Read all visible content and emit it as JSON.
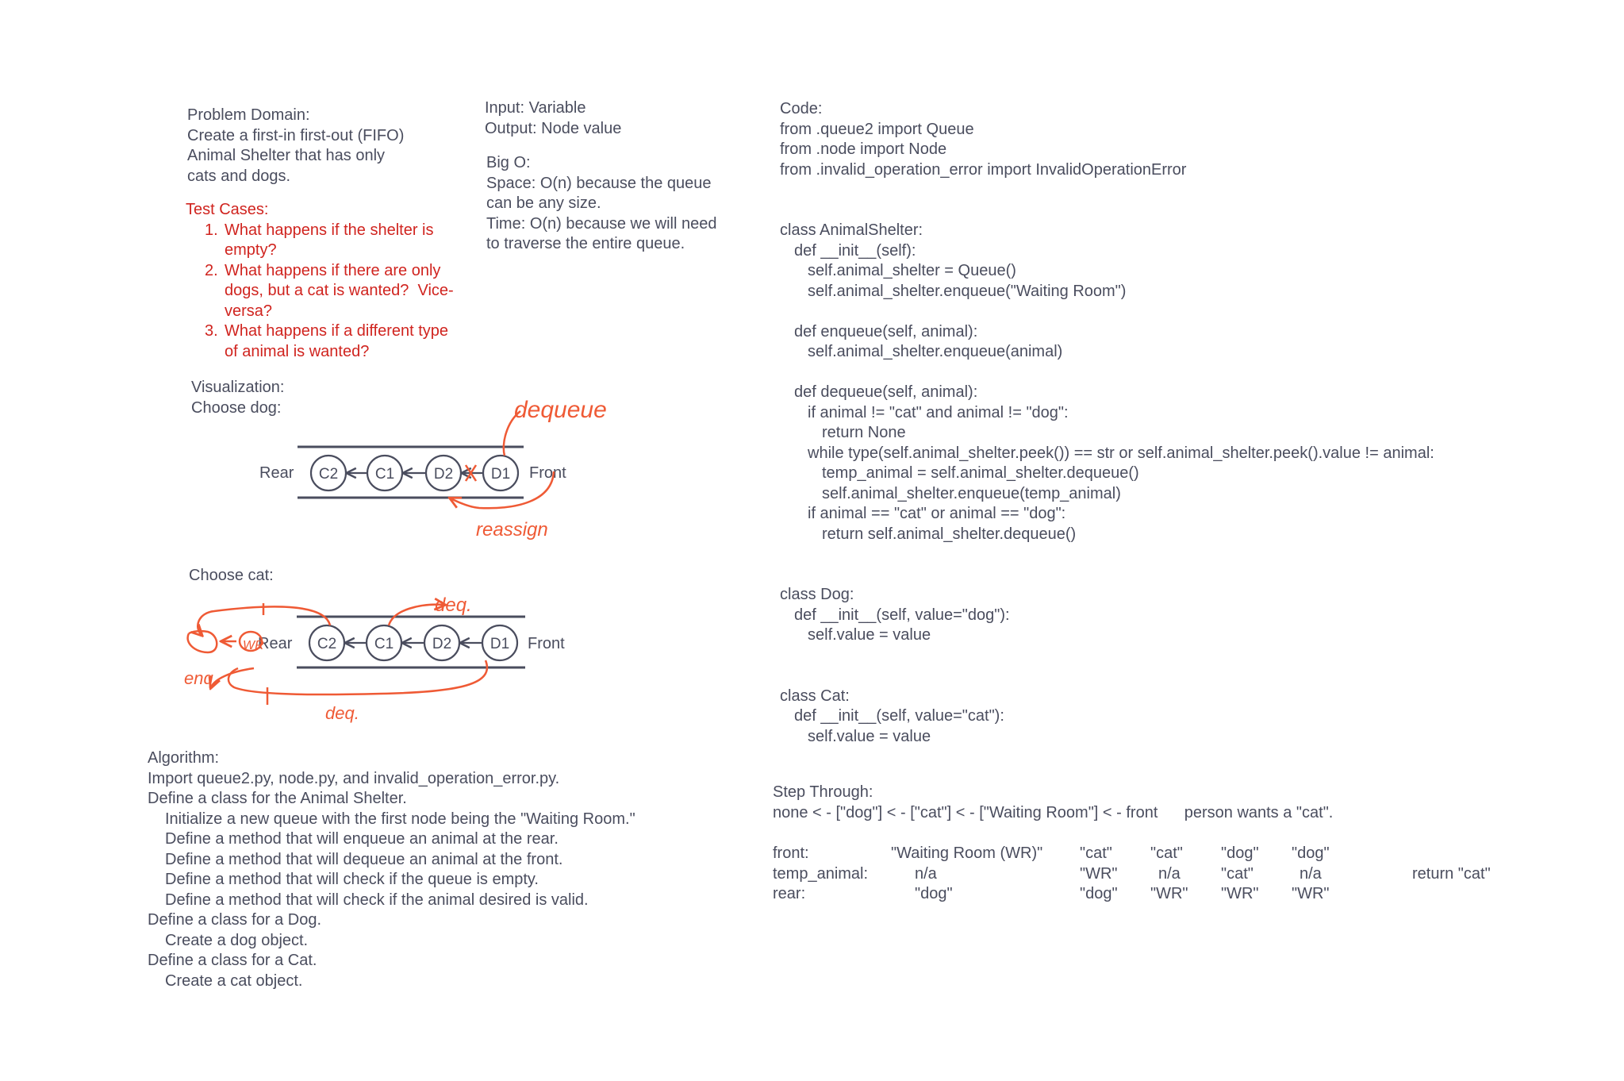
{
  "problem_domain": {
    "heading": "Problem Domain:",
    "lines": [
      "Create a first-in first-out (FIFO)",
      "Animal Shelter that has only",
      "cats and dogs."
    ]
  },
  "test_cases": {
    "heading": "Test Cases:",
    "items": [
      [
        "What happens if the shelter is",
        "empty?"
      ],
      [
        "What happens if there are only",
        "dogs, but a cat is wanted?  Vice-",
        "versa?"
      ],
      [
        "What happens if a different type",
        "of animal is wanted?"
      ]
    ]
  },
  "io": {
    "input": "Input: Variable",
    "output": "Output: Node value"
  },
  "big_o": {
    "heading": "Big O:",
    "lines": [
      "Space: O(n) because the queue",
      "can be any size.",
      "Time: O(n) because we will need",
      "to traverse the entire queue."
    ]
  },
  "visualization": {
    "heading": "Visualization:",
    "choose_dog": "Choose dog:",
    "choose_cat": "Choose cat:",
    "rear_label": "Rear",
    "front_label": "Front",
    "nodes": [
      "C2",
      "C1",
      "D2",
      "D1"
    ],
    "annotations": {
      "dequeue": "dequeue",
      "reassign": "reassign",
      "deq_top": "deq.",
      "deq_bottom": "deq.",
      "enq": "enq.",
      "wr": "WR"
    },
    "annotation_color": "#ef5a35"
  },
  "code": {
    "heading": "Code:",
    "lines": [
      {
        "indent": 0,
        "text": "from .queue2 import Queue"
      },
      {
        "indent": 0,
        "text": "from .node import Node"
      },
      {
        "indent": 0,
        "text": "from .invalid_operation_error import InvalidOperationError"
      },
      {
        "indent": 0,
        "text": ""
      },
      {
        "indent": 0,
        "text": ""
      },
      {
        "indent": 0,
        "text": "class AnimalShelter:"
      },
      {
        "indent": 1,
        "text": "def __init__(self):"
      },
      {
        "indent": 2,
        "text": "self.animal_shelter = Queue()"
      },
      {
        "indent": 2,
        "text": "self.animal_shelter.enqueue(\"Waiting Room\")"
      },
      {
        "indent": 0,
        "text": ""
      },
      {
        "indent": 1,
        "text": "def enqueue(self, animal):"
      },
      {
        "indent": 2,
        "text": "self.animal_shelter.enqueue(animal)"
      },
      {
        "indent": 0,
        "text": ""
      },
      {
        "indent": 1,
        "text": "def dequeue(self, animal):"
      },
      {
        "indent": 2,
        "text": "if animal != \"cat\" and animal != \"dog\":"
      },
      {
        "indent": 3,
        "text": "return None"
      },
      {
        "indent": 2,
        "text": "while type(self.animal_shelter.peek()) == str or self.animal_shelter.peek().value != animal:"
      },
      {
        "indent": 3,
        "text": "temp_animal = self.animal_shelter.dequeue()"
      },
      {
        "indent": 3,
        "text": "self.animal_shelter.enqueue(temp_animal)"
      },
      {
        "indent": 2,
        "text": "if animal == \"cat\" or animal == \"dog\":"
      },
      {
        "indent": 3,
        "text": "return self.animal_shelter.dequeue()"
      },
      {
        "indent": 0,
        "text": ""
      },
      {
        "indent": 0,
        "text": ""
      },
      {
        "indent": 0,
        "text": "class Dog:"
      },
      {
        "indent": 1,
        "text": "def __init__(self, value=\"dog\"):"
      },
      {
        "indent": 2,
        "text": "self.value = value"
      },
      {
        "indent": 0,
        "text": ""
      },
      {
        "indent": 0,
        "text": ""
      },
      {
        "indent": 0,
        "text": "class Cat:"
      },
      {
        "indent": 1,
        "text": "def __init__(self, value=\"cat\"):"
      },
      {
        "indent": 2,
        "text": "self.value = value"
      }
    ]
  },
  "algorithm": {
    "heading": "Algorithm:",
    "lines": [
      {
        "indent": 0,
        "text": "Import queue2.py, node.py, and invalid_operation_error.py."
      },
      {
        "indent": 0,
        "text": "Define a class for the Animal Shelter."
      },
      {
        "indent": 1,
        "text": "Initialize a new queue with the first node being the \"Waiting Room.\""
      },
      {
        "indent": 1,
        "text": "Define a method that will enqueue an animal at the rear."
      },
      {
        "indent": 1,
        "text": "Define a method that will dequeue an animal at the front."
      },
      {
        "indent": 1,
        "text": "Define a method that will check if the queue is empty."
      },
      {
        "indent": 1,
        "text": "Define a method that will check if the animal desired is valid."
      },
      {
        "indent": 0,
        "text": "Define a class for a Dog."
      },
      {
        "indent": 1,
        "text": "Create a dog object."
      },
      {
        "indent": 0,
        "text": "Define a class for a Cat."
      },
      {
        "indent": 1,
        "text": "Create a cat object."
      }
    ]
  },
  "step_through": {
    "heading": "Step Through:",
    "summary": "none < - [\"dog\"] < - [\"cat\"] < - [\"Waiting Room\"] < - front      person wants a \"cat\".",
    "rows": [
      {
        "label": "front:",
        "cells": [
          "\"Waiting Room (WR)\"",
          "\"cat\"",
          "\"cat\"",
          "\"dog\"",
          "\"dog\"",
          ""
        ]
      },
      {
        "label": "temp_animal:",
        "cells": [
          "n/a",
          "\"WR\"",
          "n/a",
          "\"cat\"",
          "n/a",
          "return \"cat\""
        ]
      },
      {
        "label": "rear:",
        "cells": [
          "\"dog\"",
          "\"dog\"",
          "\"WR\"",
          "\"WR\"",
          "\"WR\"",
          ""
        ]
      }
    ]
  }
}
